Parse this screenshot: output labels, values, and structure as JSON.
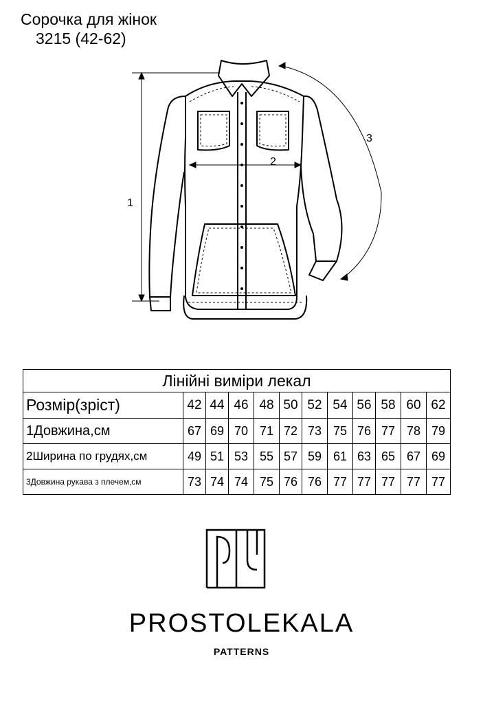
{
  "title": {
    "line1": "Сорочка для жінок",
    "line2": "3215 (42-62)"
  },
  "diagram": {
    "label_length": "1",
    "label_chest": "2",
    "label_sleeve": "3"
  },
  "table": {
    "header": "Лінійні виміри лекал",
    "size_label": "Розмір(зріст)",
    "sizes": [
      "42",
      "44",
      "46",
      "48",
      "50",
      "52",
      "54",
      "56",
      "58",
      "60",
      "62"
    ],
    "rows": [
      {
        "label": "1Довжина,см",
        "values": [
          "67",
          "69",
          "70",
          "71",
          "72",
          "73",
          "75",
          "76",
          "77",
          "78",
          "79"
        ]
      },
      {
        "label": "2Ширина по грудях,см",
        "values": [
          "49",
          "51",
          "53",
          "55",
          "57",
          "59",
          "61",
          "63",
          "65",
          "67",
          "69"
        ]
      },
      {
        "label": "3Довжина рукава з плечем,см",
        "values": [
          "73",
          "74",
          "74",
          "75",
          "76",
          "76",
          "77",
          "77",
          "77",
          "77",
          "77"
        ]
      }
    ]
  },
  "brand": {
    "name": "PROSTOLEKALA",
    "sub": "PATTERNS",
    "logo_icon": "pl-monogram-icon"
  }
}
